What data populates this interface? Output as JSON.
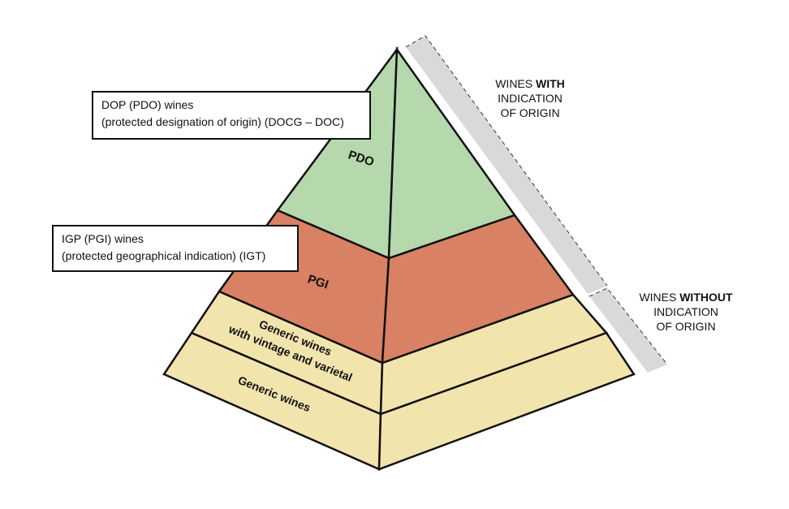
{
  "colors": {
    "pdo": "#b5d8ac",
    "pgi": "#d88164",
    "generic": "#f2e4ad",
    "bracket": "#d9d9d9",
    "outline": "#111111"
  },
  "tiers": {
    "pdo": "PDO",
    "pgi": "PGI",
    "generic_vintage_line1": "Generic wines",
    "generic_vintage_line2": "with vintage and varietal",
    "generic": "Generic wines"
  },
  "callouts": {
    "dop_line1": "DOP (PDO) wines",
    "dop_line2": "(protected designation of origin) (DOCG – DOC)",
    "igp_line1": "IGP (PGI) wines",
    "igp_line2": "(protected geographical indication) (IGT)"
  },
  "side_labels": {
    "with_prefix": "WINES ",
    "with_bold": "WITH",
    "with_line2": "INDICATION",
    "with_line3": "OF ORIGIN",
    "without_prefix": "WINES ",
    "without_bold": "WITHOUT",
    "without_line2": "INDICATION",
    "without_line3": "OF ORIGIN"
  }
}
